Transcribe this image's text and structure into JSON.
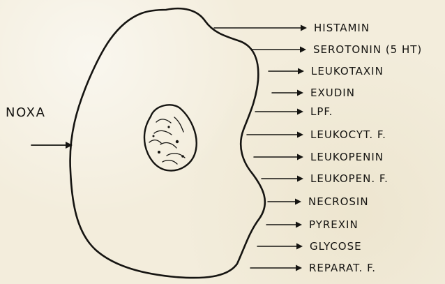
{
  "diagram": {
    "input_label": "NOXA",
    "outputs": [
      "HISTAMIN",
      "SEROTONIN (5 HT)",
      "LEUKOTAXIN",
      "EXUDIN",
      "LPF.",
      "LEUKOCYT. F.",
      "LEUKOPENIN",
      "LEUKOPEN. F.",
      "NECROSIN",
      "PYREXIN",
      "GLYCOSE",
      "REPARAT. F."
    ]
  }
}
